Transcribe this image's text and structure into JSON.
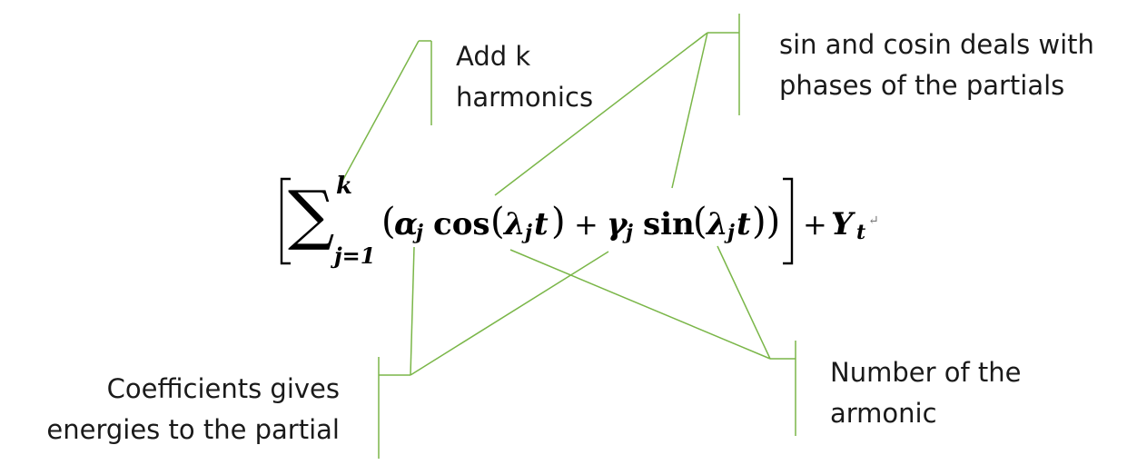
{
  "labels": {
    "add_k": [
      "Add k",
      "harmonics"
    ],
    "sin_cosin": [
      "sin and cosin deals with",
      "phases of the partials"
    ],
    "coefficients": [
      "Coefficients gives",
      "energies to the partial"
    ],
    "number": [
      "Number of the",
      "armonic"
    ]
  },
  "formula": {
    "sigma": "∑",
    "upper": "k",
    "lower": "j=1",
    "open_paren": "(",
    "alpha": "α",
    "sub_j1": "j",
    "cos": "cos",
    "paren_a": "(",
    "lambda1": "λ",
    "sub_j2": "j",
    "t1": "t",
    "close_a": ")",
    "plus1": "+",
    "gamma": "γ",
    "sub_j3": "j",
    "sin": "sin",
    "paren_b": "(",
    "lambda2": "λ",
    "sub_j4": "j",
    "t2": "t",
    "close_b": "))",
    "plus2": "+",
    "Y": "Y",
    "sub_t": "t",
    "mark": "↵"
  },
  "colors": {
    "connector": "#7ab648",
    "text": "#1a1a1a"
  }
}
